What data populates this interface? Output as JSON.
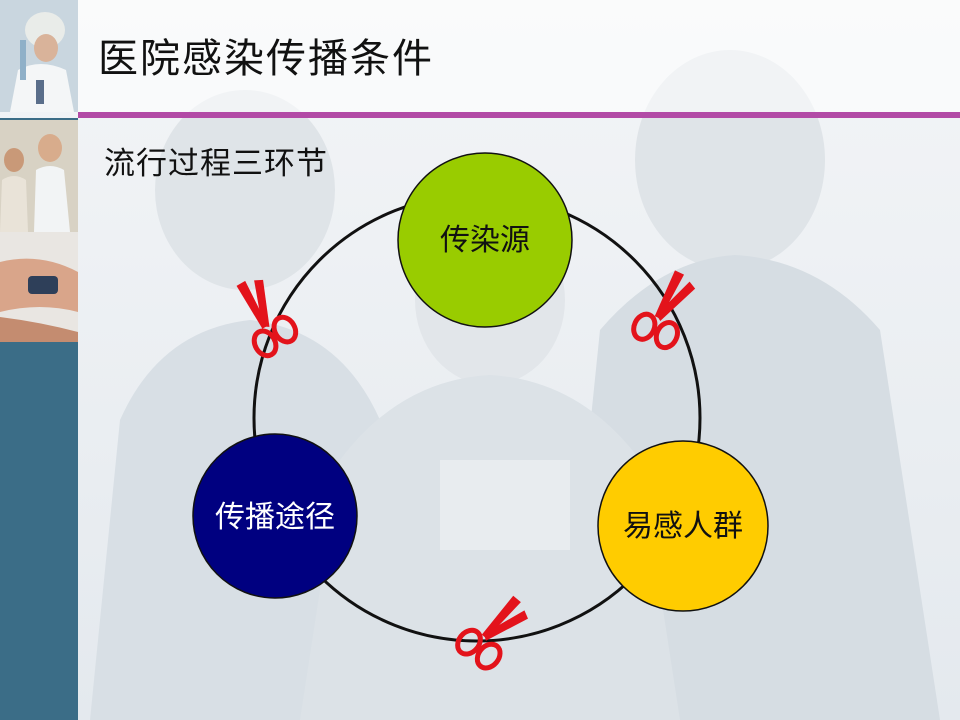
{
  "slide": {
    "title": "医院感染传播条件",
    "subtitle": "流行过程三环节"
  },
  "cycle": {
    "nodes": [
      {
        "label": "传染源",
        "fill": "#99cc00",
        "text_color": "#111111"
      },
      {
        "label": "易感人群",
        "fill": "#ffcc00",
        "text_color": "#111111"
      },
      {
        "label": "传播途径",
        "fill": "#000080",
        "text_color": "#ffffff"
      }
    ],
    "scissor_color": "#e3131b",
    "ring_color": "#111111"
  },
  "theme": {
    "accent_line": "#b24aa6",
    "left_strip": "#3b6d87"
  }
}
